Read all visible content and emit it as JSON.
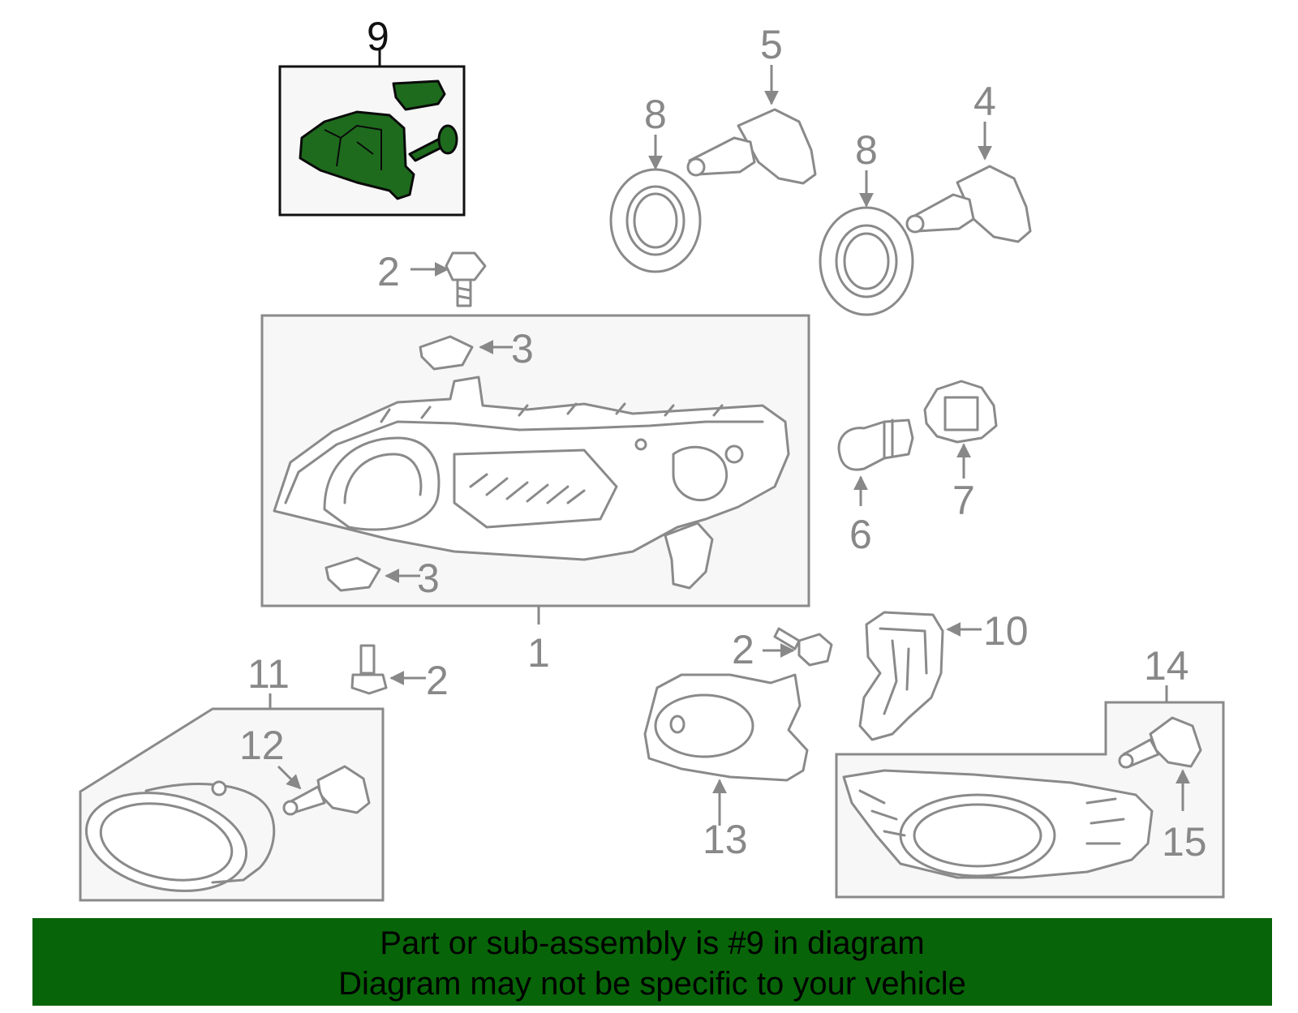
{
  "callouts": {
    "c1": "1",
    "c2a": "2",
    "c2b": "2",
    "c2c": "2",
    "c3a": "3",
    "c3b": "3",
    "c4": "4",
    "c5": "5",
    "c6": "6",
    "c7": "7",
    "c8a": "8",
    "c8b": "8",
    "c9": "9",
    "c10": "10",
    "c11": "11",
    "c12": "12",
    "c13": "13",
    "c14": "14",
    "c15": "15"
  },
  "highlighted_part": "9",
  "banner": {
    "line1": "Part or sub-assembly is #9 in diagram",
    "line2": "Diagram may not be specific to your vehicle"
  },
  "colors": {
    "highlight": "#1e6b1e",
    "banner": "#086408",
    "line": "#8a8a8a"
  }
}
